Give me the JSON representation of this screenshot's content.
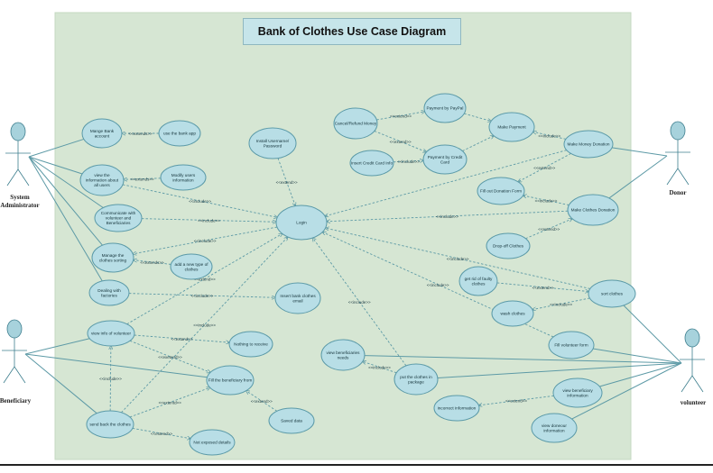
{
  "title": "Bank of Clothes Use Case Diagram",
  "actors": {
    "admin": [
      "System",
      "Administrator"
    ],
    "beneficiary": "Beneficiary",
    "donor": "Donor",
    "volunteer": "volunteer"
  },
  "use_cases": {
    "manage_bank": [
      "Mange Bank",
      "account"
    ],
    "use_app": [
      "use the bank app"
    ],
    "view_info_users": [
      "view the",
      "information about",
      "all users"
    ],
    "modify_info": [
      "Modify users",
      "information"
    ],
    "communicate": [
      "Communicate with",
      "volunteer and",
      "Beneficiaries"
    ],
    "manage_sorting": [
      "Manage the",
      "clothes sorting"
    ],
    "add_type": [
      "add a new type of",
      "clothes"
    ],
    "dealing_factories": [
      "Dealing with",
      "factories"
    ],
    "install_password": [
      "Install Username/",
      "Password"
    ],
    "login": [
      "Login"
    ],
    "insert_email": [
      "Insert bank clothes",
      "email"
    ],
    "cancel_refund": [
      "Cancel/Refund Money"
    ],
    "paypal": [
      "Payment by PayPal"
    ],
    "make_payment": [
      "Make Payment"
    ],
    "insert_card": [
      "Insert Credit Card Info"
    ],
    "credit_card": [
      "Payment by Credit",
      "Card"
    ],
    "money_donation": [
      "Make Money Donation"
    ],
    "donation_form": [
      "Fill out Donation Form"
    ],
    "clothes_donation": [
      "Make Clothes Donation"
    ],
    "dropoff": [
      "Drop-off Clothes"
    ],
    "rid_faulty": [
      "get rid of faulty",
      "clothes"
    ],
    "sort_clothes": [
      "sort clothes"
    ],
    "wash_clothes": [
      "wash clothes"
    ],
    "fill_vol_form": [
      "Fill volunteer form"
    ],
    "view_vol_info": [
      "view info of volunteer"
    ],
    "nothing_receive": [
      "Nothing to receive"
    ],
    "fill_benef_form": [
      "Fill the beneficiary from"
    ],
    "view_needs": [
      "view beneficiaries",
      "needs"
    ],
    "put_package": [
      "put the clothes in",
      "package"
    ],
    "incorrect_info": [
      "incorrect information"
    ],
    "view_benef_info": [
      "view beneficiary",
      "information"
    ],
    "view_donor_info": [
      "view doneour",
      "information"
    ],
    "send_back": [
      "send back the clothes"
    ],
    "saved_data": [
      "Saved data"
    ],
    "not_exposed": [
      "Not exposed details"
    ]
  },
  "stereotypes": {
    "extend": "<<extend>>",
    "include": "<<include>>",
    "include_alt": "<<Include>>",
    "extends": "<<extends>>",
    "extand": "<<extand>>",
    "exetend": "<<exetend>>",
    "extentd": "<<extentd>>"
  },
  "colors": {
    "canvas": "#d6e6d3",
    "usecase_fill": "#b8dee6",
    "usecase_stroke": "#5b9aa8",
    "actor_fill": "#a7d2dc",
    "actor_stroke": "#3f7f8f",
    "line": "#5d9aa6",
    "title_bg": "#c6e5ea"
  }
}
